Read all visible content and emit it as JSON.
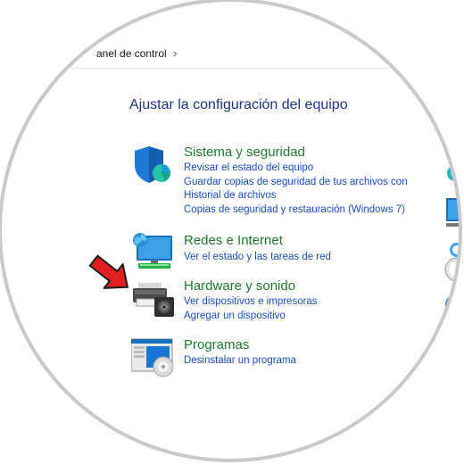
{
  "breadcrumb": {
    "current": "anel de control",
    "separator": "›"
  },
  "heading": "Ajustar la configuración del equipo",
  "categories": [
    {
      "id": "security",
      "title": "Sistema y seguridad",
      "icon": "shield-icon",
      "links": [
        "Revisar el estado del equipo",
        "Guardar copias de seguridad de tus archivos con",
        "Historial de archivos",
        "Copias de seguridad y restauración (Windows 7)"
      ]
    },
    {
      "id": "network",
      "title": "Redes e Internet",
      "icon": "network-globe-icon",
      "links": [
        "Ver el estado y las tareas de red"
      ]
    },
    {
      "id": "hardware",
      "title": "Hardware y sonido",
      "icon": "printer-speaker-icon",
      "links": [
        "Ver dispositivos e impresoras",
        "Agregar un dispositivo"
      ]
    },
    {
      "id": "programs",
      "title": "Programas",
      "icon": "programs-disc-icon",
      "links": [
        "Desinstalar un programa"
      ]
    }
  ],
  "colors": {
    "heading": "#1e3287",
    "category_title": "#1f7a2e",
    "link": "#1a4fc0",
    "arrow": "#e02020",
    "frame": "#c9c9c9"
  }
}
